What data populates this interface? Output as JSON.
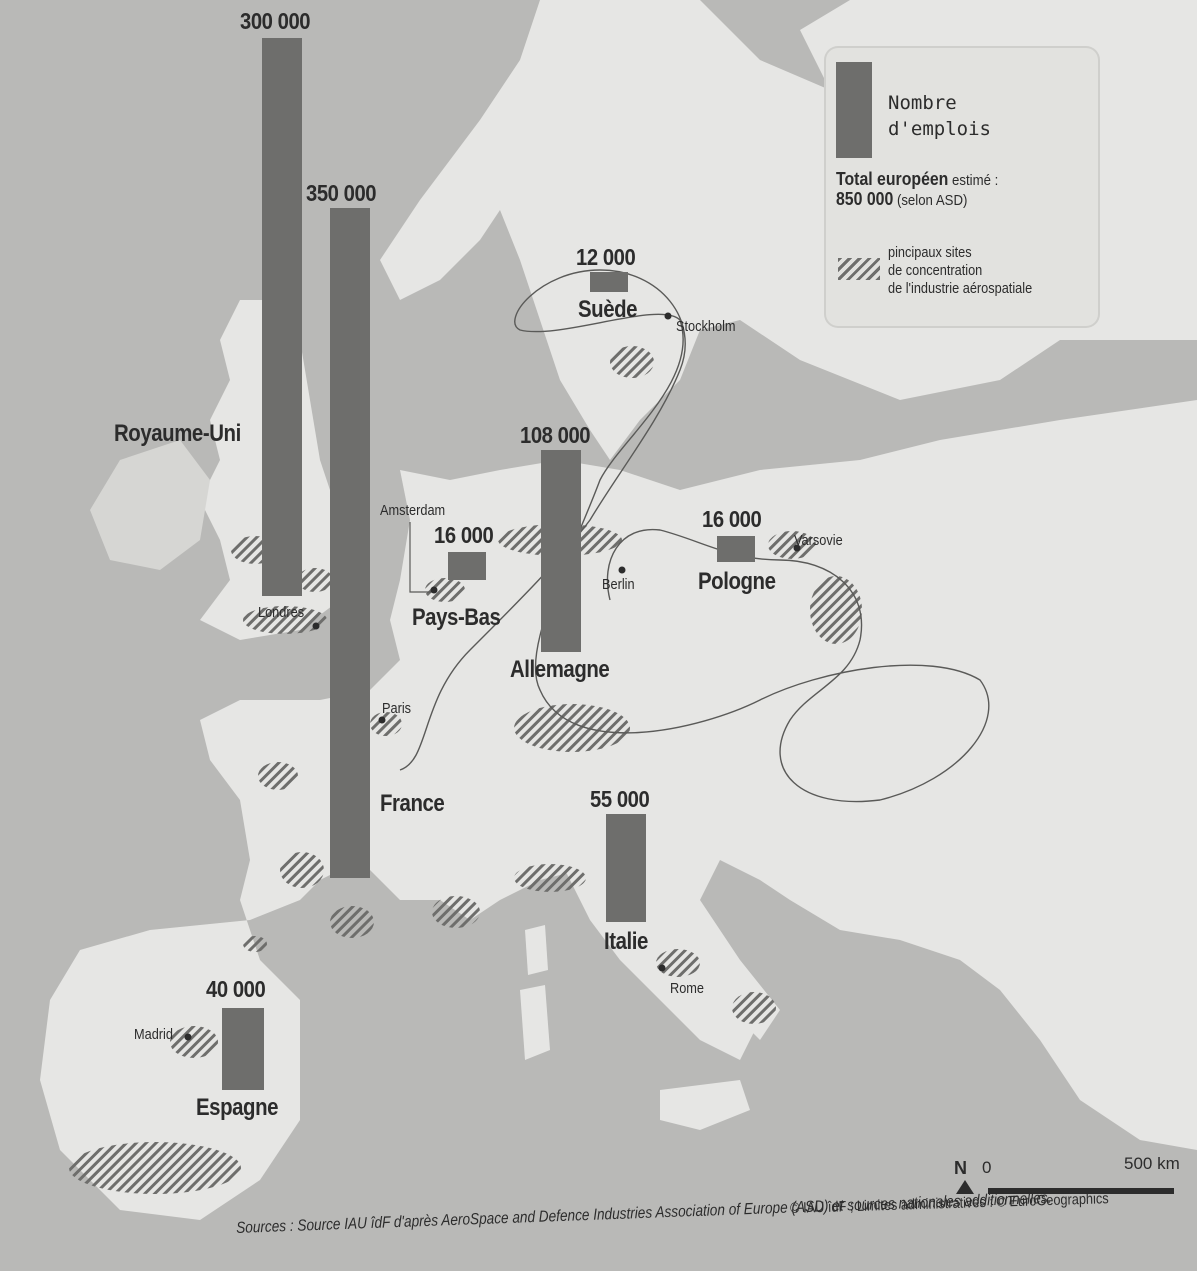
{
  "colors": {
    "sea": "#b9b9b7",
    "land": "#e6e6e4",
    "land_outer": "#d6d6d3",
    "bar": "#6e6e6c",
    "text": "#2c2c2c"
  },
  "countries": [
    {
      "id": "royaume-uni",
      "name": "Royaume-Uni",
      "jobs": 300000,
      "value_label": "300 000"
    },
    {
      "id": "france",
      "name": "France",
      "jobs": 350000,
      "value_label": "350 000"
    },
    {
      "id": "suede",
      "name": "Suède",
      "jobs": 12000,
      "value_label": "12 000"
    },
    {
      "id": "pays-bas",
      "name": "Pays-Bas",
      "jobs": 16000,
      "value_label": "16 000"
    },
    {
      "id": "allemagne",
      "name": "Allemagne",
      "jobs": 108000,
      "value_label": "108 000"
    },
    {
      "id": "pologne",
      "name": "Pologne",
      "jobs": 16000,
      "value_label": "16 000"
    },
    {
      "id": "italie",
      "name": "Italie",
      "jobs": 55000,
      "value_label": "55 000"
    },
    {
      "id": "espagne",
      "name": "Espagne",
      "jobs": 40000,
      "value_label": "40 000"
    }
  ],
  "cities": [
    {
      "id": "stockholm",
      "name": "Stockholm"
    },
    {
      "id": "amsterdam",
      "name": "Amsterdam"
    },
    {
      "id": "berlin",
      "name": "Berlin"
    },
    {
      "id": "varsovie",
      "name": "Varsovie"
    },
    {
      "id": "londres",
      "name": "Londres"
    },
    {
      "id": "paris",
      "name": "Paris"
    },
    {
      "id": "rome",
      "name": "Rome"
    },
    {
      "id": "madrid",
      "name": "Madrid"
    }
  ],
  "legend": {
    "jobs_line1": "Nombre",
    "jobs_line2": "d'emplois",
    "total_prefix": "Total européen",
    "total_suffix": "estimé :",
    "total_value": "850 000",
    "total_source": "(selon ASD)",
    "sites_line1": "pincipaux sites",
    "sites_line2": "de concentration",
    "sites_line3": "de l'industrie aérospatiale"
  },
  "scale": {
    "north": "N",
    "zero": "0",
    "distance": "500 km"
  },
  "credits": "© IAU îdF ; Limites administratives : © EuroGeographics",
  "sources": "Sources : Source IAU îdF d'après AeroSpace and Defence Industries Association of Europe (ASD) et sources nationales additionnelles."
}
